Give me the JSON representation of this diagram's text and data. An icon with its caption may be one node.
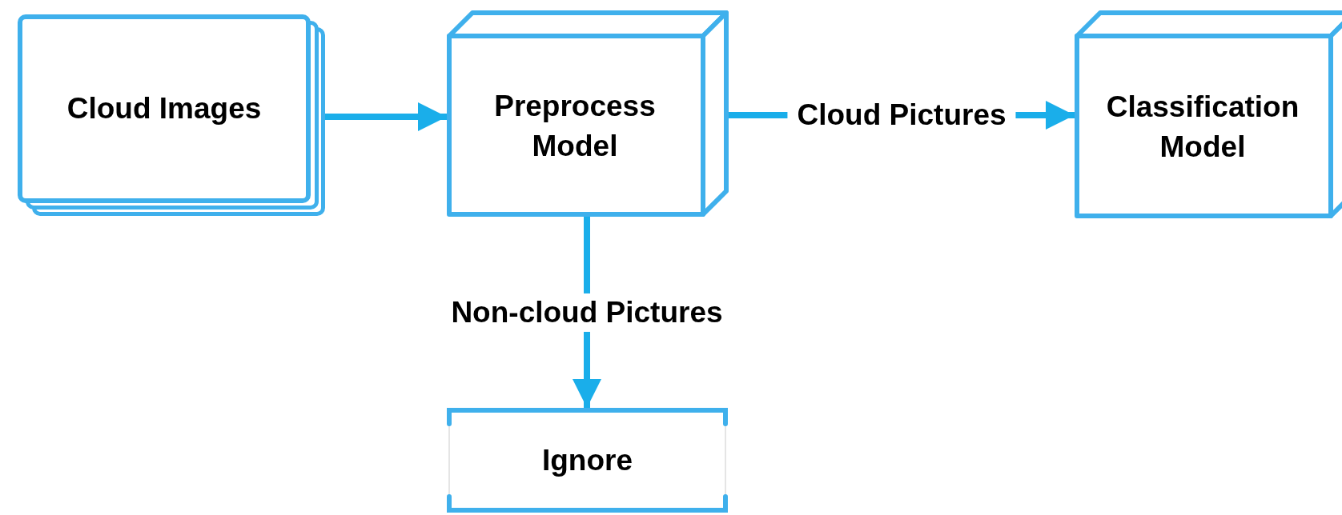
{
  "diagram": {
    "nodes": [
      {
        "text": [
          "Cloud Images"
        ]
      },
      {
        "text": [
          "Preprocess Model"
        ]
      },
      {
        "text": [
          "Classification Model"
        ]
      },
      {
        "text": [
          "Ignore"
        ]
      }
    ],
    "edges": [
      {
        "from": 0,
        "to": 1,
        "arrow": "to"
      },
      {
        "from": 1,
        "to": 2,
        "arrow": "to",
        "label": "Cloud Pictures"
      },
      {
        "from": 1,
        "to": 3,
        "arrow": "to",
        "label": "Non-cloud Pictures"
      }
    ]
  }
}
